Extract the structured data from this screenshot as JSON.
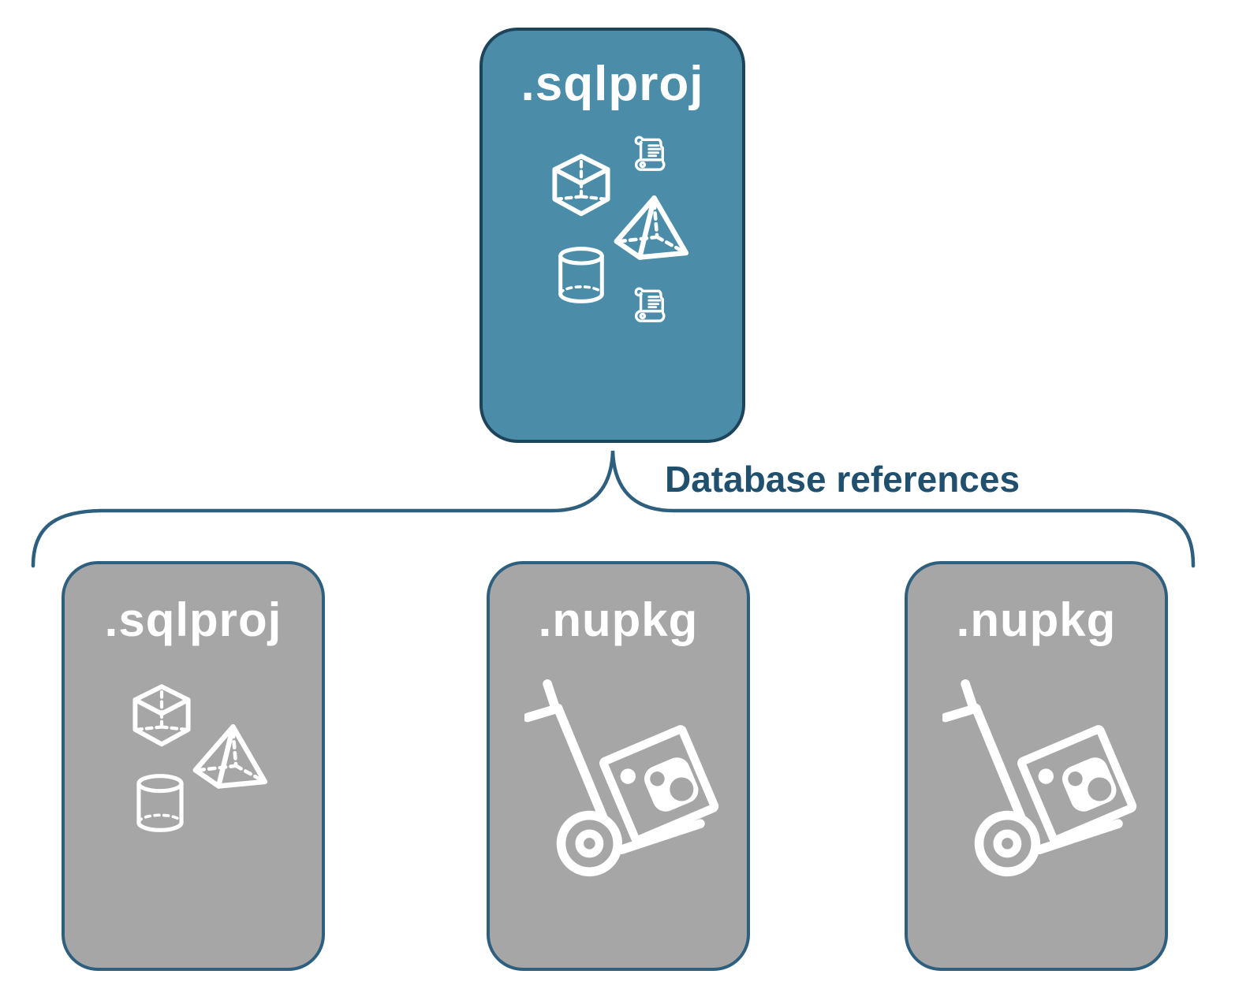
{
  "diagram": {
    "root_card": {
      "label": ".sqlproj"
    },
    "edge_label": "Database references",
    "child_cards": [
      {
        "label": ".sqlproj"
      },
      {
        "label": ".nupkg"
      },
      {
        "label": ".nupkg"
      }
    ],
    "icon_names": {
      "root": [
        "script-scroll-icon",
        "cube-icon",
        "pyramid-icon",
        "cylinder-icon",
        "script-scroll-icon"
      ],
      "child_sqlproj": [
        "cube-icon",
        "pyramid-icon",
        "cylinder-icon"
      ],
      "child_nupkg": [
        "handtruck-package-icon"
      ]
    },
    "colors": {
      "root_fill": "#4B8CA9",
      "root_border": "#1E4459",
      "child_fill": "#A6A6A6",
      "child_border": "#2E5F7E",
      "connector": "#2E5F7E",
      "edge_label_color": "#21506F",
      "icon_color": "#FFFFFF"
    }
  }
}
